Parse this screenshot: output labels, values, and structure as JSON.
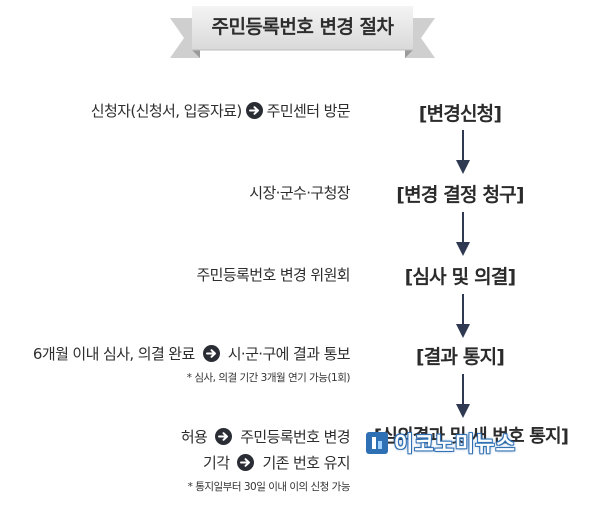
{
  "title": "주민등록번호 변경 절차",
  "steps": [
    {
      "label": "[변경신청]",
      "description_left": "신청자(신청서, 입증자료)",
      "description_right": "주민센터 방문"
    },
    {
      "label": "[변경 결정 청구]",
      "description": "시장·군수·구청장"
    },
    {
      "label": "[심사 및 의결]",
      "description": "주민등록번호 변경 위원회"
    },
    {
      "label": "[결과 통지]",
      "description_left": "6개월 이내 심사, 의결 완료",
      "description_right": "시·군·구에 결과 통보",
      "note": "* 심사, 의결 기간 3개월 연기 가능(1회)"
    },
    {
      "label": "[심의결과 및 새 번호 통지]",
      "approve_left": "허용",
      "approve_right": "주민등록번호 변경",
      "reject_left": "기각",
      "reject_right": "기존 번호 유지",
      "note": "* 통지일부터 30일 이내 이의 신청 가능"
    }
  ],
  "watermark": {
    "text": "이코노미뉴스"
  },
  "colors": {
    "arrow": "#2f3a52",
    "circle": "#2a2d34",
    "ribbon": "#e6e6e6",
    "watermark": "#2f6fb3"
  },
  "icons": {
    "right_arrow": "circle-arrow-right-icon",
    "down_arrow": "down-arrow-icon"
  }
}
